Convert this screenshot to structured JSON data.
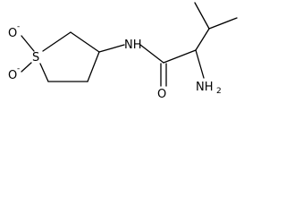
{
  "molecule": {
    "atoms": {
      "sulfur": "S",
      "sulfone_oxygen_1": "O",
      "sulfone_oxygen_2": "O",
      "charge_1": "-",
      "charge_2": "-",
      "amide_nitrogen": "NH",
      "carbonyl_oxygen": "O",
      "amine": "NH",
      "amine_subscript": "2"
    }
  }
}
